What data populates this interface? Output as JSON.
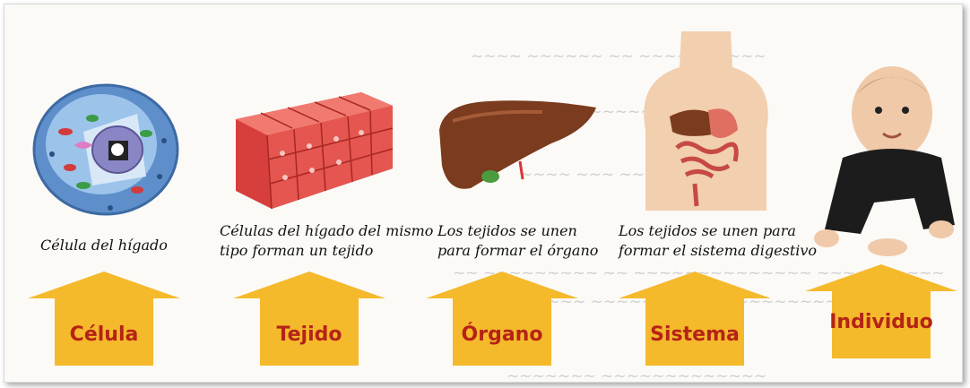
{
  "captions": {
    "cell": "Célula del hígado",
    "tissue_line1": "Células del hígado del mismo",
    "tissue_line2": "tipo forman un tejido",
    "organ_line1": "Los tejidos se unen",
    "organ_line2": "para formar el órgano",
    "system_line1": "Los tejidos se unen para",
    "system_line2": "formar el sistema digestivo"
  },
  "arrows": {
    "cell": "Célula",
    "tissue": "Tejido",
    "organ": "Órgano",
    "system": "Sistema",
    "individual": "Individuo"
  },
  "colors": {
    "arrow_fill": "#f5b92c",
    "arrow_text": "#b52316",
    "liver": "#7a3b1f",
    "tissue": "#e9564e",
    "cell": "#6f9fd4"
  }
}
